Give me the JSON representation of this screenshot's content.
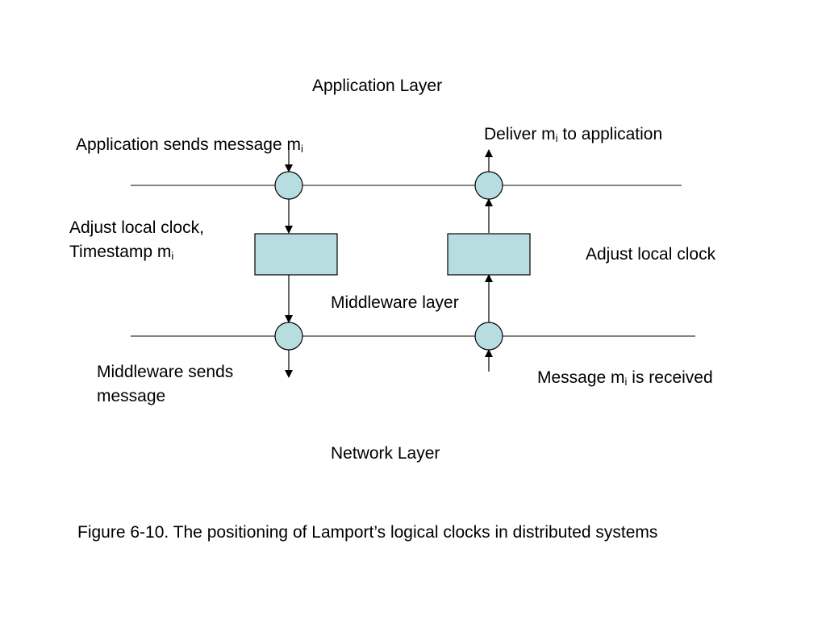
{
  "diagram": {
    "layers": {
      "application": "Application Layer",
      "middleware": "Middleware layer",
      "network": "Network Layer"
    },
    "sender": {
      "app_sends_text": "Application sends message m",
      "app_sends_sub": "i",
      "adjust_line1": "Adjust local clock,",
      "adjust_line2_text": "Timestamp m",
      "adjust_line2_sub": "i",
      "mw_sends_line1": "Middleware sends",
      "mw_sends_line2": "message"
    },
    "receiver": {
      "deliver_prefix": "Deliver m",
      "deliver_sub": "i",
      "deliver_suffix": " to application",
      "adjust": "Adjust local clock",
      "received_prefix": "Message m",
      "received_sub": "i",
      "received_suffix": " is received"
    },
    "caption": "Figure 6-10. The positioning of Lamport’s logical clocks in distributed systems",
    "colors": {
      "node_fill": "#b7dde0",
      "box_fill": "#b7dde0",
      "stroke": "#000000",
      "line": "#3a3a3a"
    }
  }
}
